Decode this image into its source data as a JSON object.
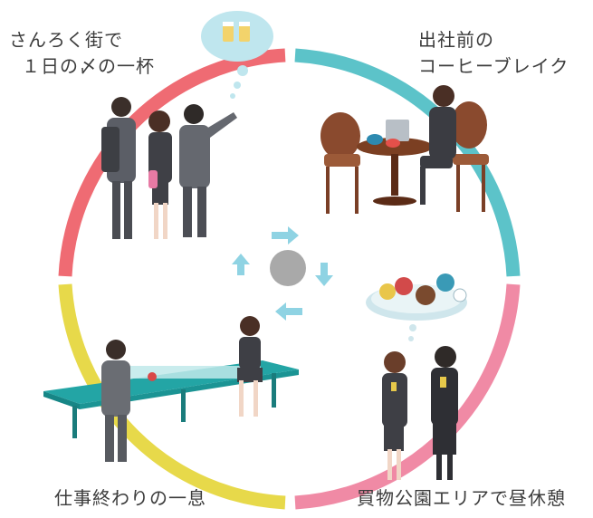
{
  "labels": {
    "top_left": {
      "line1": "さんろく街で",
      "line2": "１日の〆の一杯"
    },
    "top_right": {
      "line1": "出社前の",
      "line2": "コーヒーブレイク"
    },
    "bottom_left": "仕事終わりの一息",
    "bottom_right": "買物公園エリアで昼休憩"
  },
  "colors": {
    "red": "#ef6b73",
    "teal": "#5cc3c9",
    "pink": "#f08aa5",
    "yellow": "#e7d94a",
    "arrow": "#8fd3e3",
    "center": "#a9a9a9"
  }
}
